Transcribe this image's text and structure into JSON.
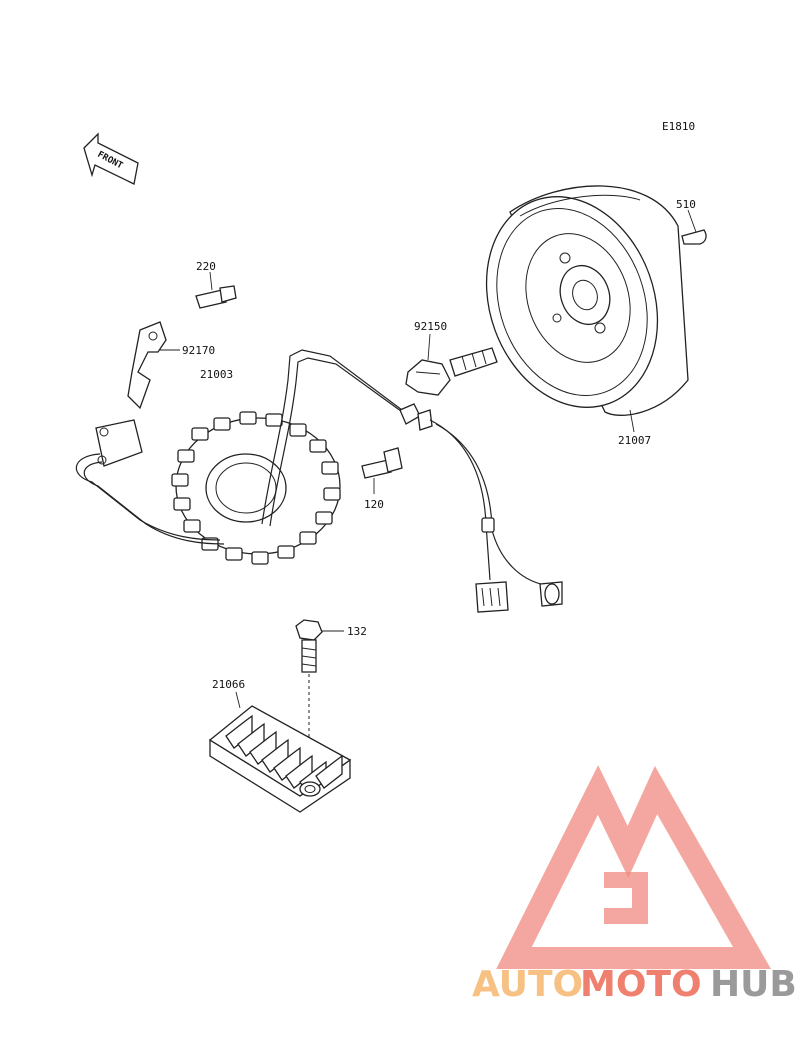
{
  "diagram_code": "E1810",
  "front_label": "FRONT",
  "parts": {
    "p510": "510",
    "p220": "220",
    "p92170": "92170",
    "p21003": "21003",
    "p92150": "92150",
    "p21007": "21007",
    "p120": "120",
    "p132": "132",
    "p21066": "21066"
  },
  "watermark": {
    "part1": "AUTO",
    "part2": "MOTO",
    "part3": "HUB",
    "colors": {
      "auto": "#f6c183",
      "moto": "#ef8070",
      "hub": "#9a9a9a",
      "logo": "#f08a80"
    }
  }
}
